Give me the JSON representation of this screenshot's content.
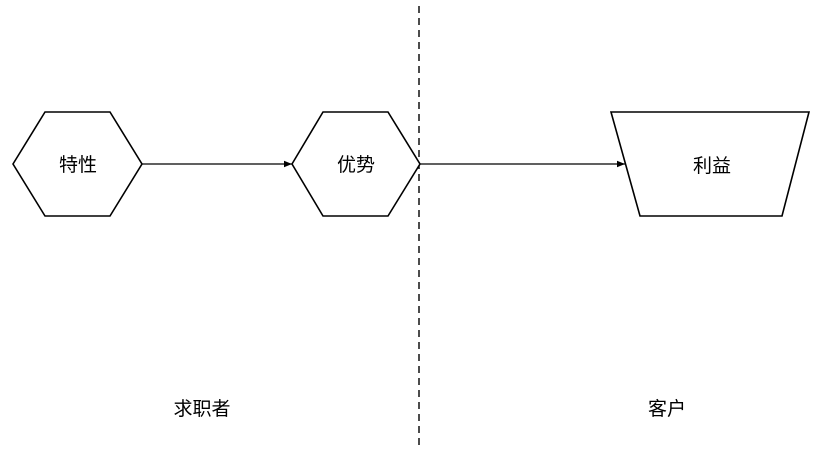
{
  "diagram": {
    "nodes": {
      "features": {
        "label": "特性"
      },
      "advantages": {
        "label": "优势"
      },
      "benefits": {
        "label": "利益"
      }
    },
    "regions": {
      "job_seeker": {
        "label": "求职者"
      },
      "customer": {
        "label": "客户"
      }
    },
    "edges": [
      {
        "from": "features",
        "to": "advantages"
      },
      {
        "from": "advantages",
        "to": "benefits"
      }
    ]
  }
}
